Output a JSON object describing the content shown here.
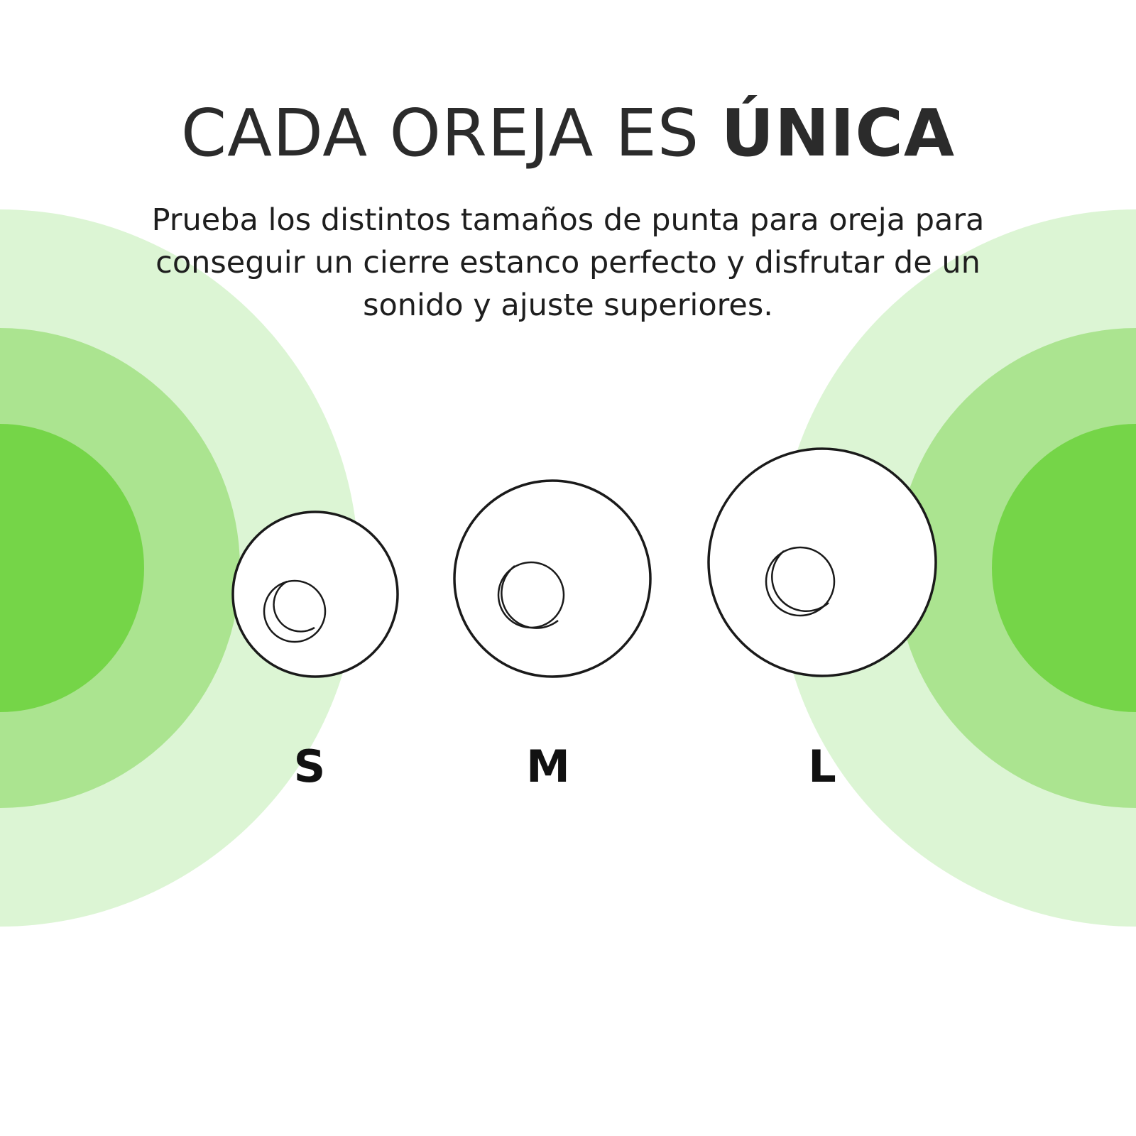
{
  "headline": {
    "regular": "CADA OREJA ES",
    "emphasis": "ÚNICA"
  },
  "subtitle": {
    "line1": "Prueba los distintos tamaños de punta para oreja para",
    "line2": "conseguir un cierre estanco perfecto y disfrutar de un",
    "line3": "sonido y ajuste superiores."
  },
  "sizes": [
    {
      "label": "S"
    },
    {
      "label": "M"
    },
    {
      "label": "L"
    }
  ],
  "colors": {
    "text": "#2b2b2b",
    "green_light": "#dcf5d4",
    "green_medium": "#abe490",
    "green_strong": "#75d548",
    "outline": "#1a1a1a"
  }
}
